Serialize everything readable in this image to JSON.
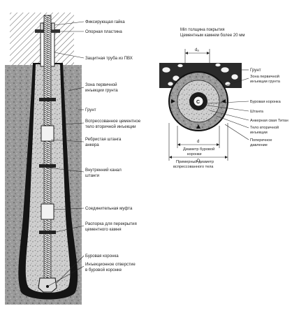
{
  "left_diagram": {
    "labels": {
      "nut": "Фиксирующая гайка",
      "plate": "Опорная пластина",
      "pvc_pipe": "Защитная труба из ПВХ",
      "primary_zone": [
        "Зона первичной",
        "инъекции грунта"
      ],
      "soil": "Грунт",
      "secondary_body": [
        "Вспрессованное цементное",
        "тело вторичной инъекции"
      ],
      "ribbed_rod": [
        "Ребристая штанга",
        "анкера"
      ],
      "inner_channel": [
        "Внутренний канал",
        "штанги"
      ],
      "coupling": "Соединительная муфта",
      "spacer": [
        "Распорка для перекрытия",
        "цементного камня"
      ],
      "drill_bit": "Буровая коронка",
      "injection_hole": [
        "Инъекционное отверстие",
        "в буровой коронке"
      ]
    }
  },
  "right_diagram": {
    "header": [
      "Min толщина покрытия",
      "Цементным камнем более 20 мм"
    ],
    "dim_d": "dₐ",
    "labels": {
      "soil": "Грунт",
      "primary_zone": [
        "Зона первичной",
        "инъекции грунта"
      ],
      "drill_bit": "Буровая коронка",
      "rod": "Штанга",
      "anchor_pile": "Анкерная свая Титан",
      "secondary_body": [
        "Тело вторичной",
        "инъекции"
      ],
      "transverse_pressure": [
        "Поперечное",
        "давление"
      ],
      "center_letter": "C"
    },
    "dims": {
      "d_label": "d",
      "d_caption": [
        "Диаметр буровой",
        "коронки"
      ],
      "D_label": "D",
      "D_caption": [
        "Примерный диаметр",
        "вспрессованного тела"
      ]
    }
  }
}
